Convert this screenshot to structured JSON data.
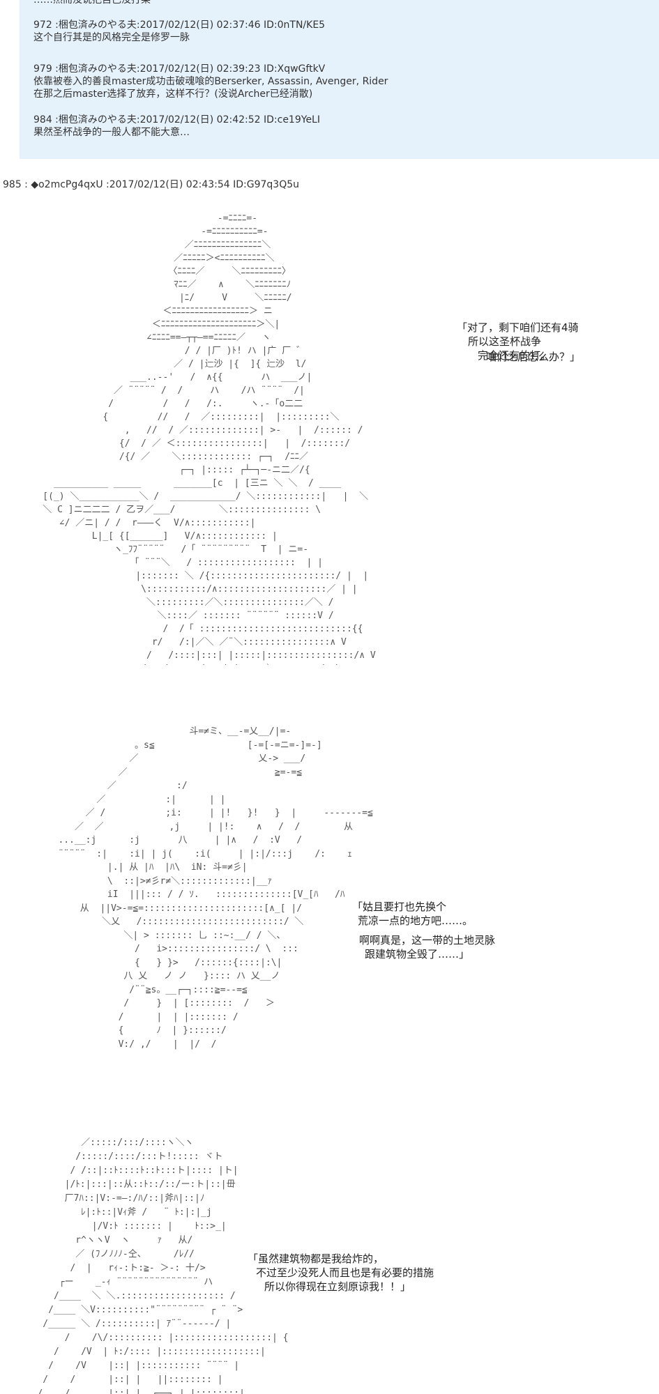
{
  "quote_top_line": "……然而没说把自己没打某",
  "quoted_posts": [
    {
      "header": "972 :梱包済みのやる夫:2017/02/12(日) 02:37:46 ID:0nTN/KE5",
      "lines": [
        "这个自行其是的风格完全是修罗一脉"
      ]
    },
    {
      "header": "979 :梱包済みのやる夫:2017/02/12(日) 02:39:23 ID:XqwGftkV",
      "lines": [
        "依靠被卷入的善良master成功击破魂喰的Berserker, Assassin, Avenger, Rider",
        "在那之后master选择了放弃，这样不行？(没说Archer已经消散)"
      ]
    },
    {
      "header": "984 :梱包済みのやる夫:2017/02/12(日) 02:42:52 ID:ce19YeLI",
      "lines": [
        "果然圣杯战争的一般人都不能大意…"
      ]
    }
  ],
  "post_header": "985 : ◆o2mcPg4qxU :2017/02/12(日) 02:43:54 ID:G97q3Q5u",
  "speech1": [
    "「对了，剩下咱们还有4骑",
    "所以这圣杯战争",
    "完全还有的打。",
    "",
    "咱们之后怎么办？」"
  ],
  "speech2": [
    "「姑且要打也先换个",
    "荒凉一点的地方吧……。",
    "",
    "啊啊真是，这一带的土地灵脉",
    "跟建筑物全毁了……」"
  ],
  "speech3": [
    "「虽然建筑物都是我给炸的，",
    "不过至少没死人而且也是有必要的措施",
    "所以你得现在立刻原谅我！！」"
  ],
  "ascii_art_1": "                                    -=ﾆﾆﾆﾆ=-\n                                 -=ﾆﾆﾆﾆﾆﾆﾆﾆﾆﾆ=-\n                              ／ﾆﾆﾆﾆﾆﾆﾆﾆﾆﾆﾆﾆﾆﾆﾆ＼\n                            ／ﾆﾆﾆﾆﾆ＞<ﾆﾆﾆﾆﾆﾆﾆﾆﾆﾆ＼\n                           〈ﾆﾆﾆﾆ／     ＼ﾆﾆﾆﾆﾆﾆﾆﾆﾆ〉\n                            ﾏﾆﾆ／    ∧    ＼ﾆﾆﾆﾆﾆﾆﾆﾉ\n                             |ﾆ/     V     ＼ﾆﾆﾆﾆﾆ/\n                          ＜ﾆﾆﾆﾆﾆﾆﾆﾆﾆﾆﾆﾆﾆﾆﾆﾆﾆ＞ ニ\n                        ＜ﾆﾆﾆﾆﾆﾆﾆﾆﾆﾆﾆﾆﾆﾆﾆﾆﾆﾆﾆﾆﾆ＞＼|\n                       ∠ﾆﾆﾆﾆ==―┬┬―==ﾆﾆﾆﾆﾆ／   ヽ\n                              / / |厂 )ﾄ! ハ |广 厂 ゛\n                            ／ / |辷沙 |{  ]{ 辷沙  l/\n                    ___..-‐'   /  ∧{{       ハ  ___ノ|\n                 ／ ¨¨¨¨¨ /  /     ハ    /ハ ¨¨¨¨  /|\n                /         /   /   /:.     ヽ.-「o二二\n               {         //   /  ／:::::::::|  |:::::::::＼\n                   ,   //  / ／:::::::::::::| >-   |  /:::::: /\n                  {/  / ／ ＜::::::::::::::::|   |  /:::::::/\n                  /{/ ／    ＼::::::::::::: ┌─┐  /ﾆﾆ／ \n                             ┌─┐ |::::: ┌┴─┐─-ニ二／/{\n      __________ _____      _______[c  | [三ニ ＼ ＼  / ____  \n    [(_) ＼___________＼ /  ____________/ ＼::::::::::::|   |  ＼\n    ＼ C ]ニ二二二 / 乙ヲ／___/        ＼::::::::::::::: \\\n       ∠/ ／ニ| / /  r―――く  V/∧:::::::::::|\n             L|_[ {[______]   V/∧:::::::::::: |\n                 ヽ_ﾌﾌ¨¨¨¨¨   /「 ¨¨¨¨¨¨¨¨¨  T  | ニ=-\n                    「 ¨¨¨＼   / ::::::::::::::::::  | |\n                     |::::::: ＼ /{:::::::::::::::::::::::/ |  |\n                      \\:::::::::::/∧::::::::::::::::::::／ | |\n                       ＼:::::::::／＼:::::::::::::::／＼ /\n                         ＼::::／ ::::::: ¨¨¨¨¨¨ ::::::V /\n                          /  /「 ::::::::::::::::::::::::::::{{\n                        r/   /:|／＼ ／¨＼::::::::::::::::∧ V\n                       /   /::::|:::| |:::::|::::::::::::::::/∧ V\n                      /   /::::::|:::| |:::::＼ _______/∧ \\",
  "ascii_art_2": "                           斗=≠ミ、__-=乂__/|=-\n                 。s≦                 [-=[-=ニ=-]=-]\n                ／                      乂-> ___/\n              ／                           ≧=-=≦\n            ／           :/\n          ／           :|      | |\n        ／ /           ;i:     | |!   }!   }  |     -------=≦\n      ／  ／            ,j     | |!:    ∧   /  /        从\n   ...__:j      :j       八     | |∧   /  :V   /\n   ¨¨¨¨¨  :|    :i| | j(    :i(     | |:|/:::j    /:    ｪ\n            |.| 从 |ﾊ  |ﾊ\\  iN: 斗=≠彡|  \n            \\  ::|>≠彡r≠＼:::::::::::::|__ｧ\n            iI  |||::: / / ｿ.   ::::::::::::::[V_[ﾊ   /ﾊ\n       从  ||V>-=≦=::::::::::::::::::::::[∧_[ |/\n           ＼乂   /::::::::::::::::::::::::::/ ＼\n               ＼| > ::::::: 乚 ::~:__/ / ＼、\n                 /   i>::::::::::::::::/ \\  :::\n                 {   } }>   /::::::{::::|:\\|\n               八 乂   ノ ノ   }:::: ハ 乂__ノ\n                /¨¨≧s。__┌─┐::::≧=--=≦\n               /     }  | [::::::::  /   ＞\n              /      |  | |::::::: /\n              {      ﾉ  | }::::::/\n              V:/ ,/    |  |/  /",
  "ascii_art_3": "           ／:::::/:::/::::ヽ＼ヽ\n          /:::::/::::/:::ト!::::: ヾト\n         / /::|::ﾄ::::ﾄ::ﾄ:::ト|:::: |ト|\n        |/ﾄ:|:::|::从::ﾄ::/::/ー:ト|::|毌\n        厂7ﾊ::|V:-=―:/ﾊ/::|斧ﾊ|::|ﾉ\n           ﾚ|:ﾄ::|Vｨ斧 /   ¨ ﾄ:|:|_j\n             |/V:ﾄ ::::::: |    ﾄ::>_|\n          r^ヽヽV  ヽ     ｧ   从/\n          ／ (ﾌノﾉﾉﾉ-仝、     /ﾚ//\n         /  |   rｨ-:ト:≧- ＞-: 十/>\n       ┌ー    _-ｨ ¨¨¨¨¨¨¨¨¨¨¨¨¨¨¨ ハ  \n      /____  ＼ ＼.::::::::::::::::::: /\n     /____ ＼V::::::::::\"¨¨¨¨¨¨¨¨¨ ┌ ¨ ¨> \n    /_____ ＼ /::::::::::| ｱ¨¨------/ |\n        /    /\\/:::::::::: |::::::::::::::::::| {\n      /    /V  | ﾄ:/:::: |::::::::::::::::::|\n     /    /V    |::| |::::::::::: ¨¨¨¨ |\n    /    /      |::| |   ||:::::::: |  \n   /    /       |::| |  ┌──┐ | |::::::::|"
}
